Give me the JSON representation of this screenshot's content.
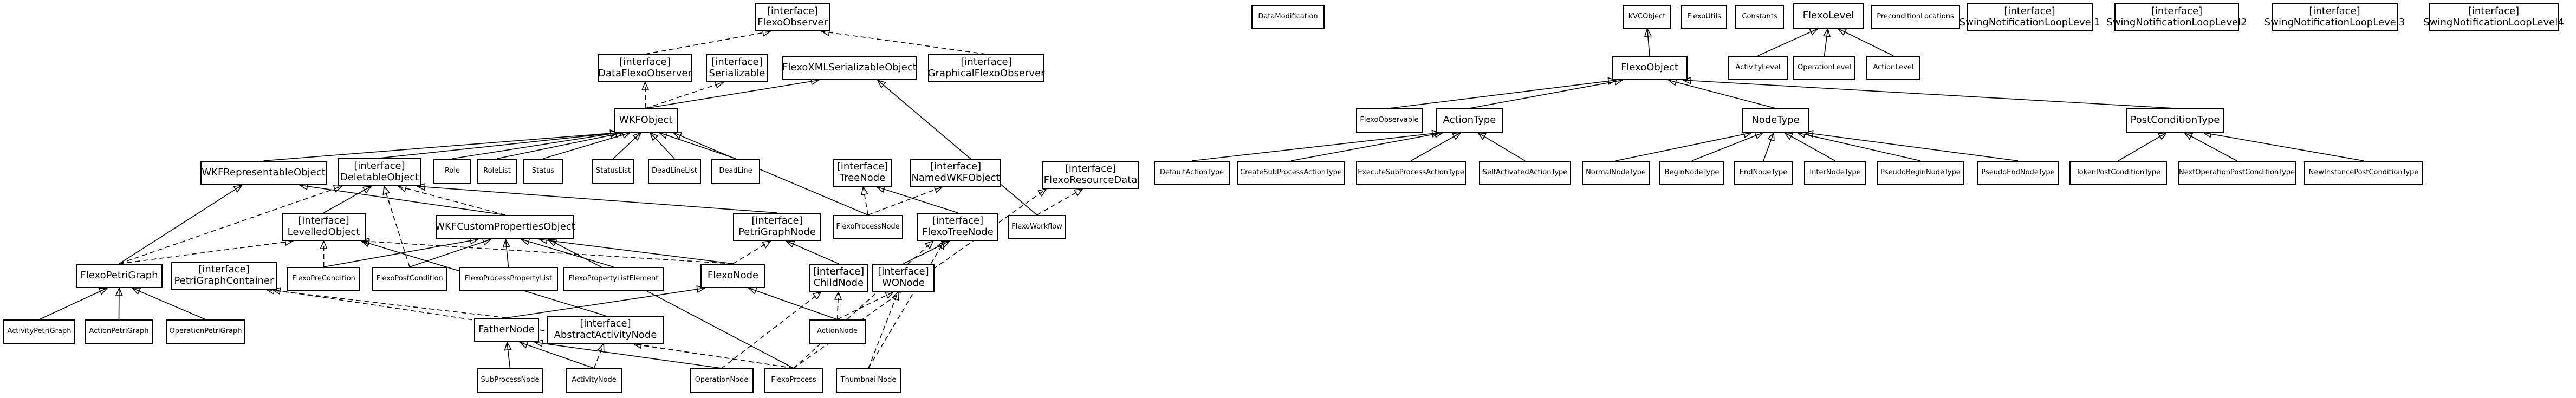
{
  "diagram": {
    "stereotype": "[interface]",
    "classes": [
      {
        "id": "FlexoObserver",
        "label": "FlexoObserver",
        "interface": true
      },
      {
        "id": "DataFlexoObserver",
        "label": "DataFlexoObserver",
        "interface": true
      },
      {
        "id": "Serializable",
        "label": "Serializable",
        "interface": true
      },
      {
        "id": "FlexoXMLSerializableObject",
        "label": "FlexoXMLSerializableObject",
        "interface": false
      },
      {
        "id": "GraphicalFlexoObserver",
        "label": "GraphicalFlexoObserver",
        "interface": true
      },
      {
        "id": "WKFObject",
        "label": "WKFObject",
        "interface": false
      },
      {
        "id": "WKFRepresentableObject",
        "label": "WKFRepresentableObject",
        "interface": false
      },
      {
        "id": "DeletableObject",
        "label": "DeletableObject",
        "interface": true
      },
      {
        "id": "Role",
        "label": "Role",
        "interface": false
      },
      {
        "id": "RoleList",
        "label": "RoleList",
        "interface": false
      },
      {
        "id": "Status",
        "label": "Status",
        "interface": false
      },
      {
        "id": "StatusList",
        "label": "StatusList",
        "interface": false
      },
      {
        "id": "DeadLineList",
        "label": "DeadLineList",
        "interface": false
      },
      {
        "id": "DeadLine",
        "label": "DeadLine",
        "interface": false
      },
      {
        "id": "TreeNode",
        "label": "TreeNode",
        "interface": true
      },
      {
        "id": "NamedWKFObject",
        "label": "NamedWKFObject",
        "interface": true
      },
      {
        "id": "FlexoResourceData",
        "label": "FlexoResourceData",
        "interface": true
      },
      {
        "id": "LevelledObject",
        "label": "LevelledObject",
        "interface": true
      },
      {
        "id": "WKFCustomPropertiesObject",
        "label": "WKFCustomPropertiesObject",
        "interface": false
      },
      {
        "id": "PetriGraphNode",
        "label": "PetriGraphNode",
        "interface": true
      },
      {
        "id": "FlexoProcessNode",
        "label": "FlexoProcessNode",
        "interface": false
      },
      {
        "id": "FlexoTreeNode",
        "label": "FlexoTreeNode",
        "interface": true
      },
      {
        "id": "FlexoWorkflow",
        "label": "FlexoWorkflow",
        "interface": false
      },
      {
        "id": "FlexoPetriGraph",
        "label": "FlexoPetriGraph",
        "interface": false
      },
      {
        "id": "PetriGraphContainer",
        "label": "PetriGraphContainer",
        "interface": true
      },
      {
        "id": "FlexoPreCondition",
        "label": "FlexoPreCondition",
        "interface": false
      },
      {
        "id": "FlexoPostCondition",
        "label": "FlexoPostCondition",
        "interface": false
      },
      {
        "id": "FlexoProcessPropertyList",
        "label": "FlexoProcessPropertyList",
        "interface": false
      },
      {
        "id": "FlexoPropertyListElement",
        "label": "FlexoPropertyListElement",
        "interface": false
      },
      {
        "id": "FlexoNode",
        "label": "FlexoNode",
        "interface": false
      },
      {
        "id": "ChildNode",
        "label": "ChildNode",
        "interface": true
      },
      {
        "id": "WONode",
        "label": "WONode",
        "interface": true
      },
      {
        "id": "ActivityPetriGraph",
        "label": "ActivityPetriGraph",
        "interface": false
      },
      {
        "id": "ActionPetriGraph",
        "label": "ActionPetriGraph",
        "interface": false
      },
      {
        "id": "OperationPetriGraph",
        "label": "OperationPetriGraph",
        "interface": false
      },
      {
        "id": "FatherNode",
        "label": "FatherNode",
        "interface": false
      },
      {
        "id": "AbstractActivityNode",
        "label": "AbstractActivityNode",
        "interface": true
      },
      {
        "id": "ActionNode",
        "label": "ActionNode",
        "interface": false
      },
      {
        "id": "SubProcessNode",
        "label": "SubProcessNode",
        "interface": false
      },
      {
        "id": "ActivityNode",
        "label": "ActivityNode",
        "interface": false
      },
      {
        "id": "OperationNode",
        "label": "OperationNode",
        "interface": false
      },
      {
        "id": "FlexoProcess",
        "label": "FlexoProcess",
        "interface": false
      },
      {
        "id": "ThumbnailNode",
        "label": "ThumbnailNode",
        "interface": false
      },
      {
        "id": "DataModification",
        "label": "DataModification",
        "interface": false
      },
      {
        "id": "KVCObject",
        "label": "KVCObject",
        "interface": false
      },
      {
        "id": "FlexoUtils",
        "label": "FlexoUtils",
        "interface": false
      },
      {
        "id": "Constants",
        "label": "Constants",
        "interface": false
      },
      {
        "id": "FlexoLevel",
        "label": "FlexoLevel",
        "interface": false
      },
      {
        "id": "PreconditionLocations",
        "label": "PreconditionLocations",
        "interface": false
      },
      {
        "id": "SwingNotificationLoopLevel1",
        "label": "SwingNotificationLoopLevel1",
        "interface": true
      },
      {
        "id": "SwingNotificationLoopLevel2",
        "label": "SwingNotificationLoopLevel2",
        "interface": true
      },
      {
        "id": "SwingNotificationLoopLevel3",
        "label": "SwingNotificationLoopLevel3",
        "interface": true
      },
      {
        "id": "SwingNotificationLoopLevel4",
        "label": "SwingNotificationLoopLevel4",
        "interface": true
      },
      {
        "id": "ActivityLevel",
        "label": "ActivityLevel",
        "interface": false
      },
      {
        "id": "OperationLevel",
        "label": "OperationLevel",
        "interface": false
      },
      {
        "id": "ActionLevel",
        "label": "ActionLevel",
        "interface": false
      },
      {
        "id": "FlexoObject",
        "label": "FlexoObject",
        "interface": false
      },
      {
        "id": "FlexoObservable",
        "label": "FlexoObservable",
        "interface": false
      },
      {
        "id": "ActionType",
        "label": "ActionType",
        "interface": false
      },
      {
        "id": "NodeType",
        "label": "NodeType",
        "interface": false
      },
      {
        "id": "PostConditionType",
        "label": "PostConditionType",
        "interface": false
      },
      {
        "id": "DefaultActionType",
        "label": "DefaultActionType",
        "interface": false
      },
      {
        "id": "CreateSubProcessActionType",
        "label": "CreateSubProcessActionType",
        "interface": false
      },
      {
        "id": "ExecuteSubProcessActionType",
        "label": "ExecuteSubProcessActionType",
        "interface": false
      },
      {
        "id": "SelfActivatedActionType",
        "label": "SelfActivatedActionType",
        "interface": false
      },
      {
        "id": "NormalNodeType",
        "label": "NormalNodeType",
        "interface": false
      },
      {
        "id": "BeginNodeType",
        "label": "BeginNodeType",
        "interface": false
      },
      {
        "id": "EndNodeType",
        "label": "EndNodeType",
        "interface": false
      },
      {
        "id": "InterNodeType",
        "label": "InterNodeType",
        "interface": false
      },
      {
        "id": "PseudoBeginNodeType",
        "label": "PseudoBeginNodeType",
        "interface": false
      },
      {
        "id": "PseudoEndNodeType",
        "label": "PseudoEndNodeType",
        "interface": false
      },
      {
        "id": "TokenPostConditionType",
        "label": "TokenPostConditionType",
        "interface": false
      },
      {
        "id": "NextOperationPostConditionType",
        "label": "NextOperationPostConditionType",
        "interface": false
      },
      {
        "id": "NewInstancePostConditionType",
        "label": "NewInstancePostConditionType",
        "interface": false
      }
    ],
    "relations": [
      {
        "from": "DataFlexoObserver",
        "to": "FlexoObserver",
        "kind": "realize"
      },
      {
        "from": "GraphicalFlexoObserver",
        "to": "FlexoObserver",
        "kind": "realize"
      },
      {
        "from": "WKFObject",
        "to": "DataFlexoObserver",
        "kind": "realize"
      },
      {
        "from": "WKFObject",
        "to": "Serializable",
        "kind": "realize"
      },
      {
        "from": "WKFObject",
        "to": "FlexoXMLSerializableObject",
        "kind": "extend"
      },
      {
        "from": "WKFRepresentableObject",
        "to": "WKFObject",
        "kind": "extend"
      },
      {
        "from": "DeletableObject",
        "to": "WKFObject",
        "kind": "extend"
      },
      {
        "from": "Role",
        "to": "WKFObject",
        "kind": "extend"
      },
      {
        "from": "RoleList",
        "to": "WKFObject",
        "kind": "extend"
      },
      {
        "from": "Status",
        "to": "WKFObject",
        "kind": "extend"
      },
      {
        "from": "StatusList",
        "to": "WKFObject",
        "kind": "extend"
      },
      {
        "from": "DeadLineList",
        "to": "WKFObject",
        "kind": "extend"
      },
      {
        "from": "DeadLine",
        "to": "WKFObject",
        "kind": "extend"
      },
      {
        "from": "FlexoProcessNode",
        "to": "WKFObject",
        "kind": "extend"
      },
      {
        "from": "FlexoWorkflow",
        "to": "FlexoXMLSerializableObject",
        "kind": "extend"
      },
      {
        "from": "FlexoWorkflow",
        "to": "FlexoResourceData",
        "kind": "realize"
      },
      {
        "from": "FlexoProcessNode",
        "to": "TreeNode",
        "kind": "realize"
      },
      {
        "from": "FlexoProcessNode",
        "to": "NamedWKFObject",
        "kind": "realize"
      },
      {
        "from": "FlexoTreeNode",
        "to": "TreeNode",
        "kind": "extend"
      },
      {
        "from": "LevelledObject",
        "to": "DeletableObject",
        "kind": "extend"
      },
      {
        "from": "WKFCustomPropertiesObject",
        "to": "WKFRepresentableObject",
        "kind": "extend"
      },
      {
        "from": "WKFCustomPropertiesObject",
        "to": "DeletableObject",
        "kind": "realize"
      },
      {
        "from": "PetriGraphNode",
        "to": "DeletableObject",
        "kind": "extend"
      },
      {
        "from": "FlexoPetriGraph",
        "to": "WKFRepresentableObject",
        "kind": "extend"
      },
      {
        "from": "FlexoPetriGraph",
        "to": "LevelledObject",
        "kind": "realize"
      },
      {
        "from": "FlexoPetriGraph",
        "to": "DeletableObject",
        "kind": "realize"
      },
      {
        "from": "FlexoPreCondition",
        "to": "WKFCustomPropertiesObject",
        "kind": "extend"
      },
      {
        "from": "FlexoPreCondition",
        "to": "LevelledObject",
        "kind": "realize"
      },
      {
        "from": "FlexoPostCondition",
        "to": "WKFCustomPropertiesObject",
        "kind": "extend"
      },
      {
        "from": "FlexoPostCondition",
        "to": "DeletableObject",
        "kind": "realize"
      },
      {
        "from": "FlexoProcessPropertyList",
        "to": "WKFCustomPropertiesObject",
        "kind": "extend"
      },
      {
        "from": "FlexoPropertyListElement",
        "to": "WKFCustomPropertiesObject",
        "kind": "extend"
      },
      {
        "from": "FlexoNode",
        "to": "WKFCustomPropertiesObject",
        "kind": "extend"
      },
      {
        "from": "FlexoNode",
        "to": "PetriGraphNode",
        "kind": "realize"
      },
      {
        "from": "FlexoNode",
        "to": "LevelledObject",
        "kind": "realize"
      },
      {
        "from": "ChildNode",
        "to": "PetriGraphNode",
        "kind": "extend"
      },
      {
        "from": "WONode",
        "to": "FlexoTreeNode",
        "kind": "extend"
      },
      {
        "from": "ActivityPetriGraph",
        "to": "FlexoPetriGraph",
        "kind": "extend"
      },
      {
        "from": "ActionPetriGraph",
        "to": "FlexoPetriGraph",
        "kind": "extend"
      },
      {
        "from": "OperationPetriGraph",
        "to": "FlexoPetriGraph",
        "kind": "extend"
      },
      {
        "from": "FatherNode",
        "to": "FlexoNode",
        "kind": "extend"
      },
      {
        "from": "FatherNode",
        "to": "PetriGraphContainer",
        "kind": "realize"
      },
      {
        "from": "AbstractActivityNode",
        "to": "LevelledObject",
        "kind": "extend"
      },
      {
        "from": "ActionNode",
        "to": "FlexoNode",
        "kind": "extend"
      },
      {
        "from": "ActionNode",
        "to": "ChildNode",
        "kind": "realize"
      },
      {
        "from": "ActionNode",
        "to": "WONode",
        "kind": "realize"
      },
      {
        "from": "SubProcessNode",
        "to": "FatherNode",
        "kind": "extend"
      },
      {
        "from": "ActivityNode",
        "to": "FatherNode",
        "kind": "extend"
      },
      {
        "from": "ActivityNode",
        "to": "AbstractActivityNode",
        "kind": "realize"
      },
      {
        "from": "OperationNode",
        "to": "FatherNode",
        "kind": "extend"
      },
      {
        "from": "OperationNode",
        "to": "ChildNode",
        "kind": "realize"
      },
      {
        "from": "FlexoProcess",
        "to": "WKFCustomPropertiesObject",
        "kind": "extend"
      },
      {
        "from": "FlexoProcess",
        "to": "PetriGraphContainer",
        "kind": "realize"
      },
      {
        "from": "FlexoProcess",
        "to": "FlexoTreeNode",
        "kind": "realize"
      },
      {
        "from": "FlexoProcess",
        "to": "FlexoResourceData",
        "kind": "realize"
      },
      {
        "from": "FlexoProcess",
        "to": "AbstractActivityNode",
        "kind": "realize"
      },
      {
        "from": "ThumbnailNode",
        "to": "WONode",
        "kind": "realize"
      },
      {
        "from": "ThumbnailNode",
        "to": "FlexoTreeNode",
        "kind": "realize"
      },
      {
        "from": "FlexoObject",
        "to": "KVCObject",
        "kind": "extend"
      },
      {
        "from": "ActivityLevel",
        "to": "FlexoLevel",
        "kind": "extend"
      },
      {
        "from": "OperationLevel",
        "to": "FlexoLevel",
        "kind": "extend"
      },
      {
        "from": "ActionLevel",
        "to": "FlexoLevel",
        "kind": "extend"
      },
      {
        "from": "FlexoObservable",
        "to": "FlexoObject",
        "kind": "extend"
      },
      {
        "from": "ActionType",
        "to": "FlexoObject",
        "kind": "extend"
      },
      {
        "from": "NodeType",
        "to": "FlexoObject",
        "kind": "extend"
      },
      {
        "from": "PostConditionType",
        "to": "FlexoObject",
        "kind": "extend"
      },
      {
        "from": "DefaultActionType",
        "to": "ActionType",
        "kind": "extend"
      },
      {
        "from": "CreateSubProcessActionType",
        "to": "ActionType",
        "kind": "extend"
      },
      {
        "from": "ExecuteSubProcessActionType",
        "to": "ActionType",
        "kind": "extend"
      },
      {
        "from": "SelfActivatedActionType",
        "to": "ActionType",
        "kind": "extend"
      },
      {
        "from": "NormalNodeType",
        "to": "NodeType",
        "kind": "extend"
      },
      {
        "from": "BeginNodeType",
        "to": "NodeType",
        "kind": "extend"
      },
      {
        "from": "EndNodeType",
        "to": "NodeType",
        "kind": "extend"
      },
      {
        "from": "InterNodeType",
        "to": "NodeType",
        "kind": "extend"
      },
      {
        "from": "PseudoBeginNodeType",
        "to": "NodeType",
        "kind": "extend"
      },
      {
        "from": "PseudoEndNodeType",
        "to": "NodeType",
        "kind": "extend"
      },
      {
        "from": "TokenPostConditionType",
        "to": "PostConditionType",
        "kind": "extend"
      },
      {
        "from": "NextOperationPostConditionType",
        "to": "PostConditionType",
        "kind": "extend"
      },
      {
        "from": "NewInstancePostConditionType",
        "to": "PostConditionType",
        "kind": "extend"
      }
    ]
  }
}
